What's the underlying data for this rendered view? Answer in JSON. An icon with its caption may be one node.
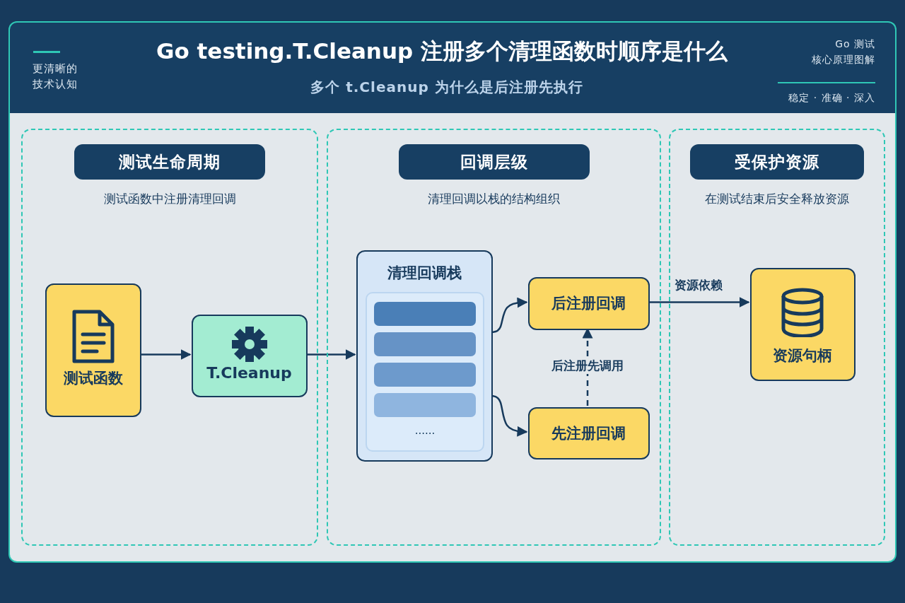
{
  "diagram": {
    "title": "Go testing.T.Cleanup 注册多个清理函数时顺序是什么",
    "nodes": [
      {
        "text": [
          "测试生命周期",
          "测试函数中注册清理回调"
        ]
      },
      {
        "text": [
          "回调层级",
          "清理回调以栈的结构组织"
        ]
      },
      {
        "text": [
          "受保护资源",
          "在测试结束后安全释放资源"
        ]
      },
      {
        "text": [
          "测试函数"
        ],
        "in": 0
      },
      {
        "text": [
          "T.Cleanup"
        ],
        "in": 0
      },
      {
        "text": [
          "清理回调栈",
          "......"
        ],
        "in": 1
      },
      {
        "text": [
          "后注册回调"
        ],
        "in": 1
      },
      {
        "text": [
          "先注册回调"
        ],
        "in": 1
      },
      {
        "text": [
          "资源句柄"
        ],
        "in": 2
      }
    ],
    "edges": [
      {
        "from": 3,
        "to": 4,
        "arrow": "to"
      },
      {
        "from": 4,
        "to": 5,
        "arrow": "to"
      },
      {
        "from": 5,
        "to": 6,
        "arrow": "to"
      },
      {
        "from": 5,
        "to": 7,
        "arrow": "to"
      },
      {
        "from": 7,
        "to": 6,
        "arrow": "to",
        "style": "dashed",
        "label": "后注册先调用"
      },
      {
        "from": 6,
        "to": 8,
        "arrow": "to",
        "label": "资源依赖"
      }
    ],
    "labels": [
      "更清晰的",
      "技术认知",
      "Go 测试",
      "核心原理图解",
      "多个 t.Cleanup 为什么是后注册先执行",
      "稳定 · 准确 · 深入"
    ]
  }
}
